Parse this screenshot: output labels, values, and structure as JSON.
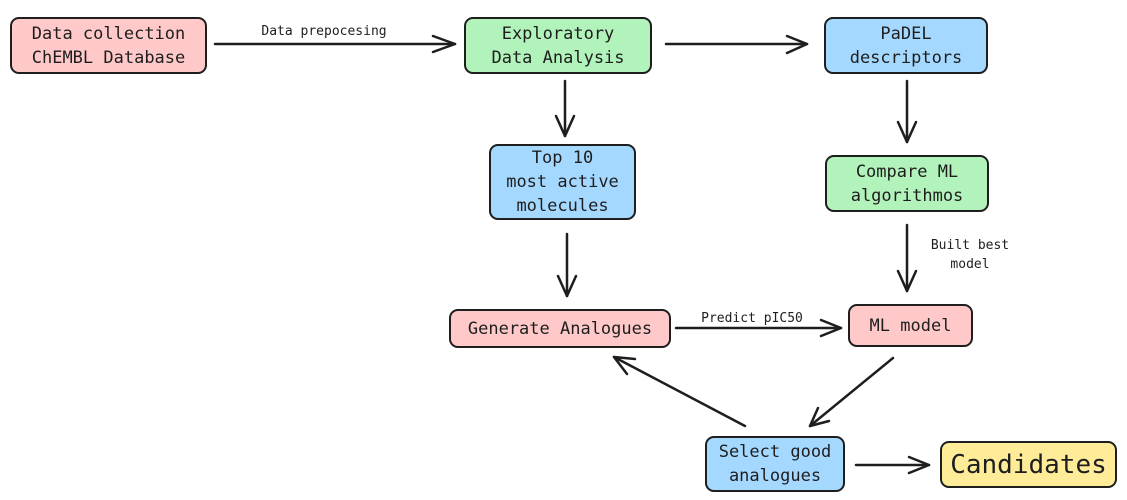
{
  "nodes": {
    "data_collection": "Data collection\nChEMBL Database",
    "eda": "Exploratory\nData Analysis",
    "padel": "PaDEL\ndescriptors",
    "top10": "Top 10\nmost active\nmolecules",
    "compare_ml": "Compare ML\nalgorithmos",
    "generate": "Generate Analogues",
    "ml_model": "ML model",
    "select_good": "Select good\nanalogues",
    "candidates": "Candidates"
  },
  "edge_labels": {
    "prepocesing": "Data prepocesing",
    "built_best": "Built best\nmodel",
    "predict": "Predict pIC50"
  },
  "colors": {
    "pink": "#ffc9c9",
    "green": "#b2f2bb",
    "blue": "#a5d8ff",
    "yellow": "#ffec99",
    "stroke": "#1e1e1e"
  }
}
